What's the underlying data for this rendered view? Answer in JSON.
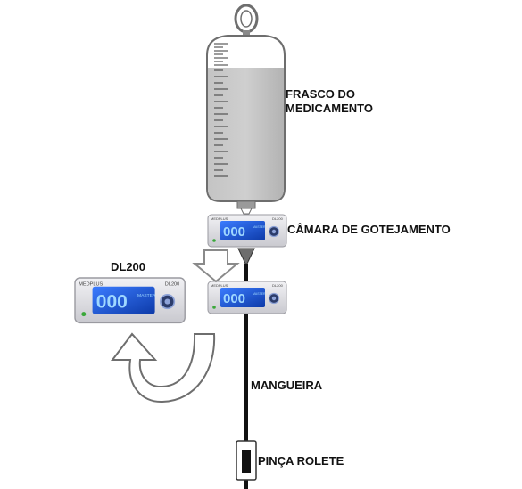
{
  "labels": {
    "bottle": [
      "FRASCO DO",
      "MEDICAMENTO"
    ],
    "drip_chamber": "CÂMARA DE GOTEJAMENTO",
    "device_name": "DL200",
    "tubing": "MANGUEIRA",
    "clamp": "PINÇA ROLETE"
  },
  "device": {
    "brand": "MEDPLUS",
    "model": "DL200",
    "display_value": "000",
    "display_unit": "MASTER"
  },
  "colors": {
    "liquid": "#bdbdbd",
    "bottle_outline": "#6e6e6e",
    "display": "#1f5bd6",
    "display_glow": "#4fa3ff",
    "device_body": "#e4e4e8",
    "tube": "#111111"
  },
  "icons": {
    "hanger": "hanger-icon",
    "down_arrow": "down-arrow-icon",
    "curved_arrow": "curved-arrow-icon"
  }
}
